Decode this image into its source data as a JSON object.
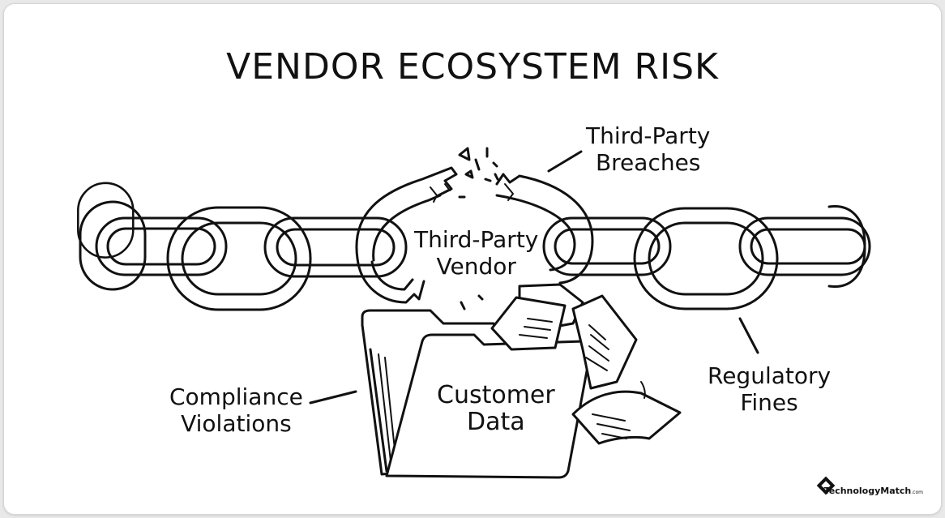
{
  "title": "VENDOR ECOSYSTEM RISK",
  "nodes": {
    "vendor": [
      "Third-Party",
      "Vendor"
    ],
    "breaches": [
      "Third-Party",
      "Breaches"
    ],
    "customer_data": [
      "Customer",
      "Data"
    ],
    "compliance": [
      "Compliance",
      "Violations"
    ],
    "fines": [
      "Regulatory",
      "Fines"
    ]
  },
  "brand": {
    "name": "TechnologyMatch",
    "suffix": ".com"
  },
  "colors": {
    "ink": "#111111",
    "background": "#ffffff"
  },
  "icons": [
    "broken-chain-icon",
    "folder-icon",
    "paper-icon",
    "diamond-logo-icon"
  ]
}
